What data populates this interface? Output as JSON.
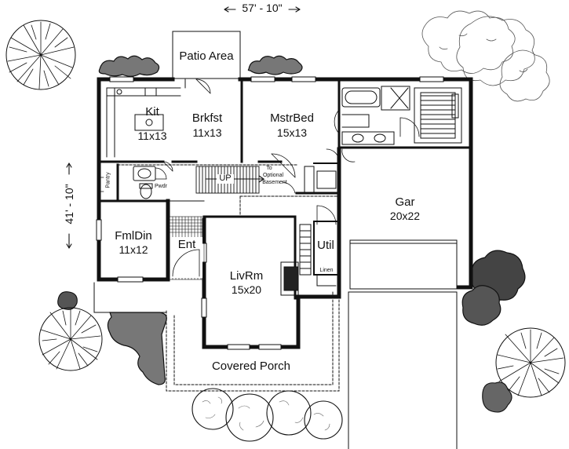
{
  "dimensions": {
    "width_label": "57' - 10\"",
    "depth_label": "41' - 10\""
  },
  "rooms": {
    "patio": {
      "name": "Patio Area"
    },
    "kitchen": {
      "name": "Kit",
      "size": "11x13"
    },
    "breakfast": {
      "name": "Brkfst",
      "size": "11x13"
    },
    "master_bed": {
      "name": "MstrBed",
      "size": "15x13"
    },
    "garage": {
      "name": "Gar",
      "size": "20x22"
    },
    "family_dining": {
      "name": "FmlDin",
      "size": "11x12"
    },
    "entry": {
      "name": "Ent"
    },
    "living_room": {
      "name": "LivRm",
      "size": "15x20"
    },
    "utility": {
      "name": "Util"
    },
    "linen": {
      "name": "Linen"
    },
    "covered_porch": {
      "name": "Covered Porch"
    },
    "pantry": {
      "name": "Pantry"
    },
    "powder": {
      "name": "Pwdr"
    },
    "stairs": {
      "name": "UP"
    },
    "basement_note": {
      "line1": "To",
      "line2": "Optional",
      "line3": "Basement"
    }
  },
  "colors": {
    "line": "#111111",
    "background": "#ffffff"
  }
}
